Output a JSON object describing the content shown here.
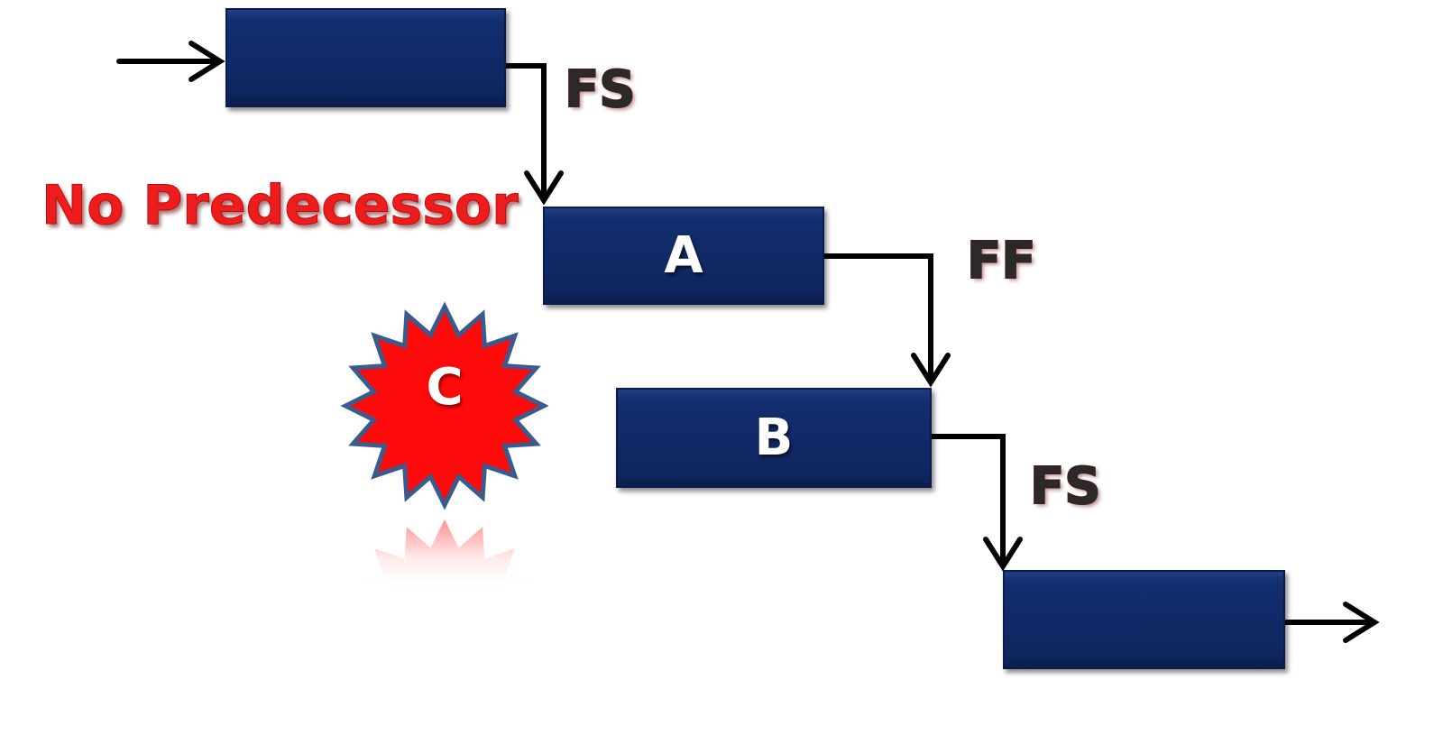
{
  "nodes": {
    "start_task": {
      "label": ""
    },
    "task_a": {
      "label": "A"
    },
    "task_b": {
      "label": "B"
    },
    "end_task": {
      "label": ""
    },
    "task_c": {
      "label": "C"
    }
  },
  "relationships": {
    "start_to_a": "FS",
    "a_to_b": "FF",
    "b_to_end": "FS"
  },
  "annotation": {
    "no_predecessor": "No Predecessor"
  },
  "colors": {
    "task_fill": "#0f2660",
    "starburst_fill": "#ff0a0a",
    "starburst_outline": "#3b5b8c",
    "annotation_text": "#ee1c1c",
    "connector": "#000000"
  }
}
